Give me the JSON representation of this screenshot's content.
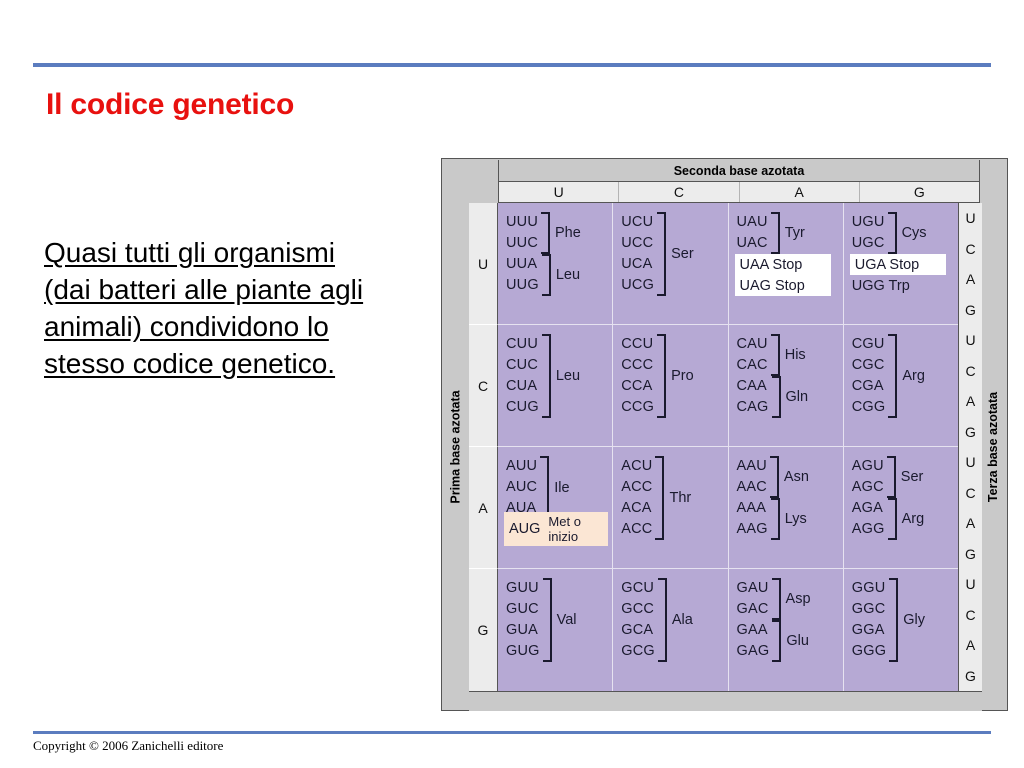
{
  "slide": {
    "title": "Il codice genetico",
    "body_text": "Quasi tutti gli organismi (dai batteri alle piante agli animali) condividono lo stesso codice genetico.",
    "footer": "Copyright © 2006 Zanichelli editore",
    "title_color": "#e8110f",
    "rule_color": "#5b7cbf"
  },
  "table": {
    "second_base_caption": "Seconda base azotata",
    "first_base_caption": "Prima base azotata",
    "third_base_caption": "Terza base azotata",
    "second_base_headers": [
      "U",
      "C",
      "A",
      "G"
    ],
    "first_base_labels": [
      "U",
      "C",
      "A",
      "G"
    ],
    "third_base_sequence": [
      "U",
      "C",
      "A",
      "G"
    ],
    "cell_color": "#b6a9d4",
    "header_color": "#c9c9c9",
    "subheader_color": "#ececec",
    "stop_box_color": "#ffffff",
    "start_box_color": "#fbe6d4",
    "rows": [
      {
        "first_base": "U",
        "cells": [
          {
            "groups": [
              {
                "codons": [
                  "UUU",
                  "UUC"
                ],
                "aa": "Phe"
              },
              {
                "codons": [
                  "UUA",
                  "UUG"
                ],
                "aa": "Leu"
              }
            ]
          },
          {
            "groups": [
              {
                "codons": [
                  "UCU",
                  "UCC",
                  "UCA",
                  "UCG"
                ],
                "aa": "Ser"
              }
            ]
          },
          {
            "groups": [
              {
                "codons": [
                  "UAU",
                  "UAC"
                ],
                "aa": "Tyr"
              }
            ],
            "boxes": [
              {
                "text": "UAA Stop",
                "style": "stop"
              },
              {
                "text": "UAG Stop",
                "style": "stop"
              }
            ]
          },
          {
            "groups": [
              {
                "codons": [
                  "UGU",
                  "UGC"
                ],
                "aa": "Cys"
              }
            ],
            "boxes": [
              {
                "text": "UGA Stop",
                "style": "stop"
              },
              {
                "text": "UGG Trp",
                "style": "plain"
              }
            ]
          }
        ]
      },
      {
        "first_base": "C",
        "cells": [
          {
            "groups": [
              {
                "codons": [
                  "CUU",
                  "CUC",
                  "CUA",
                  "CUG"
                ],
                "aa": "Leu"
              }
            ]
          },
          {
            "groups": [
              {
                "codons": [
                  "CCU",
                  "CCC",
                  "CCA",
                  "CCG"
                ],
                "aa": "Pro"
              }
            ]
          },
          {
            "groups": [
              {
                "codons": [
                  "CAU",
                  "CAC"
                ],
                "aa": "His"
              },
              {
                "codons": [
                  "CAA",
                  "CAG"
                ],
                "aa": "Gln"
              }
            ]
          },
          {
            "groups": [
              {
                "codons": [
                  "CGU",
                  "CGC",
                  "CGA",
                  "CGG"
                ],
                "aa": "Arg"
              }
            ]
          }
        ]
      },
      {
        "first_base": "A",
        "cells": [
          {
            "groups": [
              {
                "codons": [
                  "AUU",
                  "AUC",
                  "AUA"
                ],
                "aa": "Ile"
              }
            ],
            "start": {
              "codon": "AUG",
              "label_line1": "Met o",
              "label_line2": "inizio"
            }
          },
          {
            "groups": [
              {
                "codons": [
                  "ACU",
                  "ACC",
                  "ACA",
                  "ACC"
                ],
                "aa": "Thr"
              }
            ]
          },
          {
            "groups": [
              {
                "codons": [
                  "AAU",
                  "AAC"
                ],
                "aa": "Asn"
              },
              {
                "codons": [
                  "AAA",
                  "AAG"
                ],
                "aa": "Lys"
              }
            ]
          },
          {
            "groups": [
              {
                "codons": [
                  "AGU",
                  "AGC"
                ],
                "aa": "Ser"
              },
              {
                "codons": [
                  "AGA",
                  "AGG"
                ],
                "aa": "Arg"
              }
            ]
          }
        ]
      },
      {
        "first_base": "G",
        "cells": [
          {
            "groups": [
              {
                "codons": [
                  "GUU",
                  "GUC",
                  "GUA",
                  "GUG"
                ],
                "aa": "Val"
              }
            ]
          },
          {
            "groups": [
              {
                "codons": [
                  "GCU",
                  "GCC",
                  "GCA",
                  "GCG"
                ],
                "aa": "Ala"
              }
            ]
          },
          {
            "groups": [
              {
                "codons": [
                  "GAU",
                  "GAC"
                ],
                "aa": "Asp"
              },
              {
                "codons": [
                  "GAA",
                  "GAG"
                ],
                "aa": "Glu"
              }
            ]
          },
          {
            "groups": [
              {
                "codons": [
                  "GGU",
                  "GGC",
                  "GGA",
                  "GGG"
                ],
                "aa": "Gly"
              }
            ]
          }
        ]
      }
    ]
  }
}
